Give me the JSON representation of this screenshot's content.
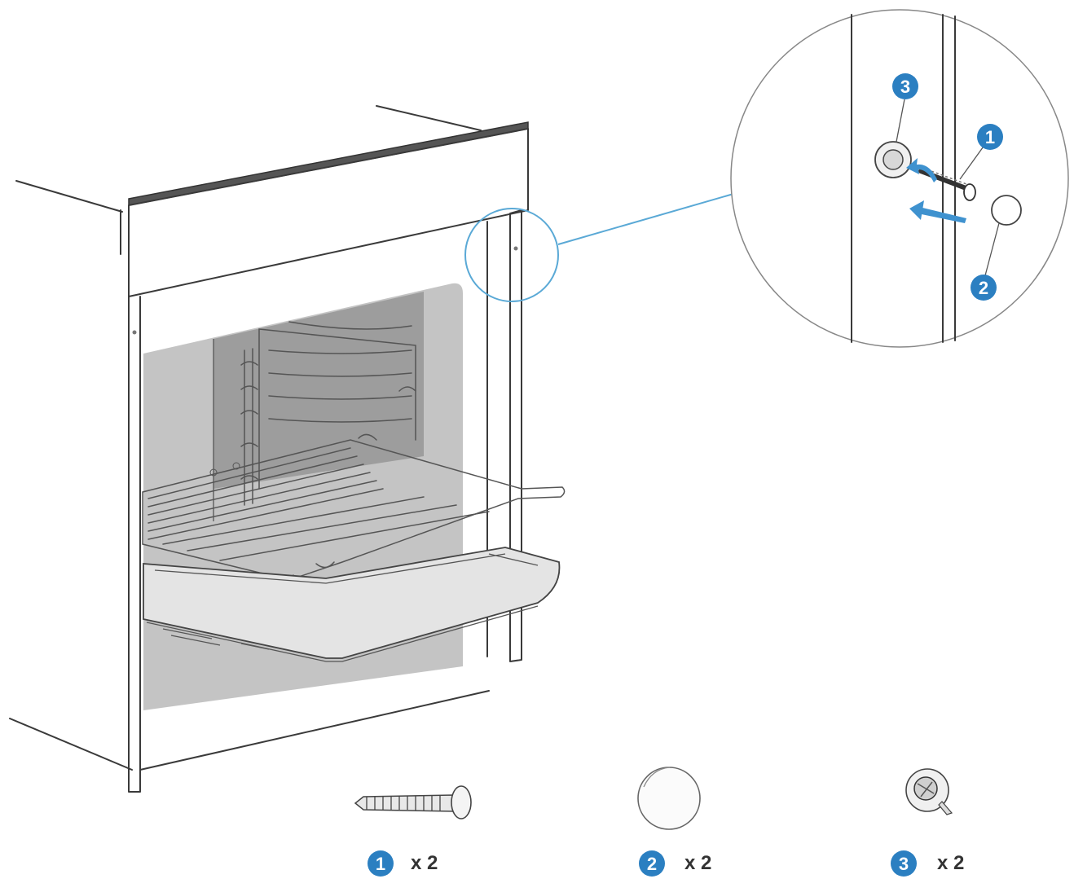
{
  "accent_color": "#2b7fc1",
  "callout_line_color": "#5aa9d6",
  "detail_badges": [
    {
      "label": "3"
    },
    {
      "label": "1"
    },
    {
      "label": "2"
    }
  ],
  "parts": [
    {
      "badge": "1",
      "quantity": "x 2",
      "icon": "screw-icon"
    },
    {
      "badge": "2",
      "quantity": "x 2",
      "icon": "cap-icon"
    },
    {
      "badge": "3",
      "quantity": "x 2",
      "icon": "bracket-clip-icon"
    }
  ]
}
